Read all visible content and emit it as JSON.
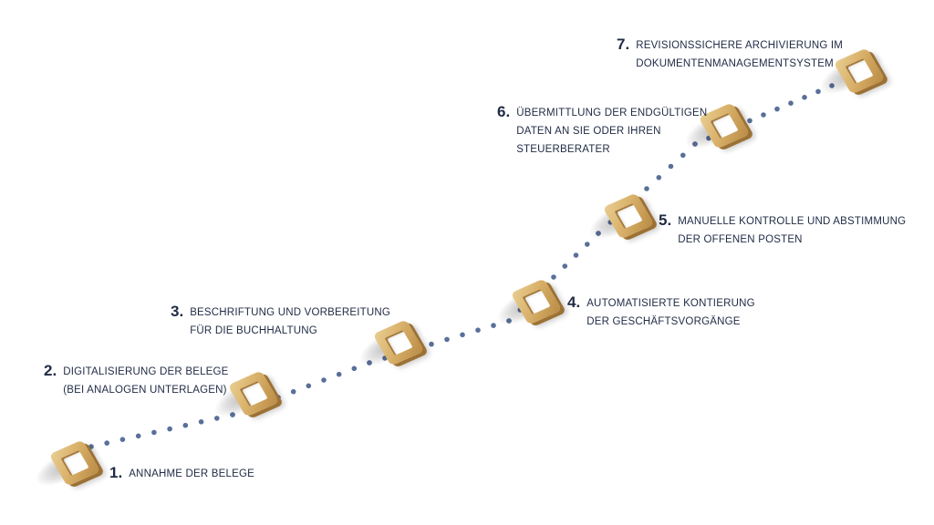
{
  "process": {
    "steps": [
      {
        "number": "1.",
        "lines": [
          "ANNAHME DER BELEGE"
        ]
      },
      {
        "number": "2.",
        "lines": [
          "DIGITALISIERUNG DER BELEGE",
          "(BEI ANALOGEN UNTERLAGEN)"
        ]
      },
      {
        "number": "3.",
        "lines": [
          "BESCHRIFTUNG UND VORBEREITUNG",
          "FÜR DIE BUCHHALTUNG"
        ]
      },
      {
        "number": "4.",
        "lines": [
          "AUTOMATISIERTE KONTIERUNG",
          "DER GESCHÄFTSVORGÄNGE"
        ]
      },
      {
        "number": "5.",
        "lines": [
          "MANUELLE KONTROLLE UND ABSTIMMUNG",
          "DER OFFENEN POSTEN"
        ]
      },
      {
        "number": "6.",
        "lines": [
          "ÜBERMITTLUNG DER ENDGÜLTIGEN",
          "DATEN AN SIE ODER IHREN",
          "STEUERBERATER"
        ]
      },
      {
        "number": "7.",
        "lines": [
          "REVISIONSSICHERE ARCHIVIERUNG IM",
          "DOKUMENTENMANAGEMENTSYSTEM"
        ]
      }
    ]
  },
  "colors": {
    "text": "#1f2a44",
    "dots": "#5a6f9a",
    "block": "#d9b16a"
  }
}
